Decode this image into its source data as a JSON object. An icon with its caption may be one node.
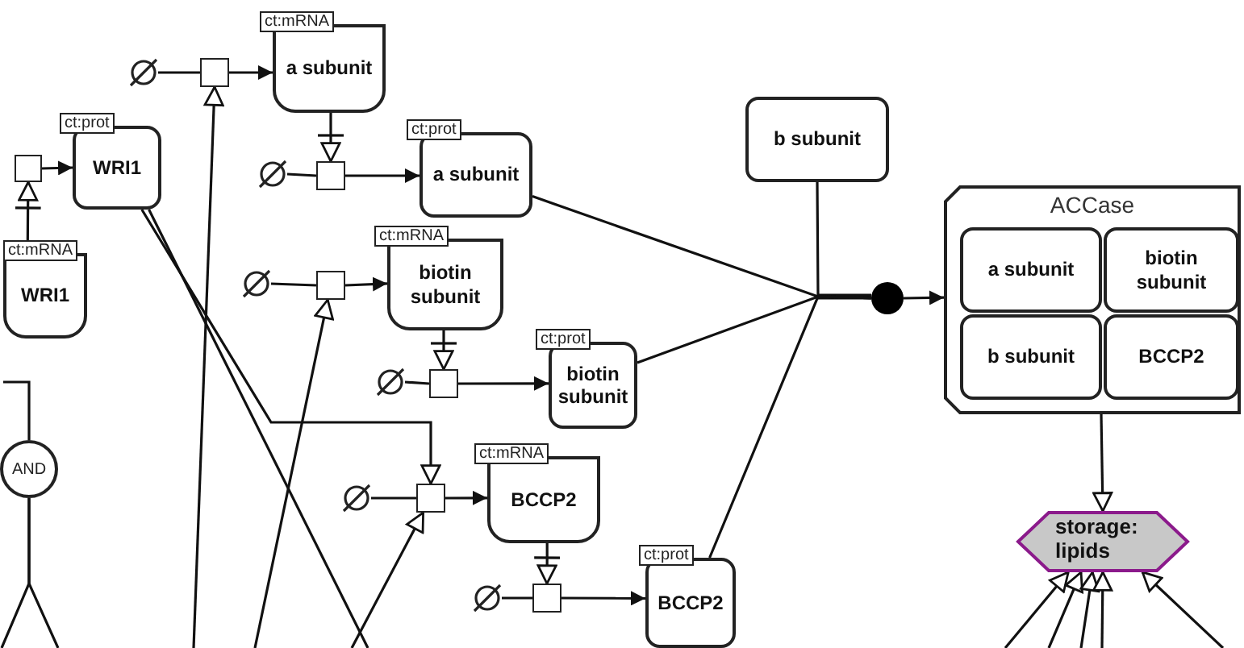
{
  "diagram": {
    "nodes": [
      {
        "text": [
          "ct:mRNA",
          "WRI1"
        ]
      },
      {
        "text": [],
        "shape": "box"
      },
      {
        "text": [
          "ct:prot",
          "WRI1"
        ]
      },
      {
        "text": [],
        "shape": "circle"
      },
      {
        "text": [],
        "shape": "box"
      },
      {
        "text": [
          "ct:mRNA",
          "a subunit"
        ]
      },
      {
        "text": [],
        "shape": "circle"
      },
      {
        "text": [],
        "shape": "box"
      },
      {
        "text": [
          "ct:prot",
          "a subunit"
        ]
      },
      {
        "text": [],
        "shape": "circle"
      },
      {
        "text": [],
        "shape": "box"
      },
      {
        "text": [
          "ct:mRNA",
          "biotin subunit"
        ]
      },
      {
        "text": [],
        "shape": "circle"
      },
      {
        "text": [],
        "shape": "box"
      },
      {
        "text": [
          "ct:prot",
          "biotin subunit"
        ]
      },
      {
        "text": [],
        "shape": "circle"
      },
      {
        "text": [],
        "shape": "box"
      },
      {
        "text": [
          "ct:mRNA",
          "BCCP2"
        ]
      },
      {
        "text": [],
        "shape": "circle"
      },
      {
        "text": [],
        "shape": "box"
      },
      {
        "text": [
          "ct:prot",
          "BCCP2"
        ]
      },
      {
        "text": [
          "b subunit"
        ]
      },
      {
        "text": [],
        "shape": "circle"
      },
      {
        "text": [
          "ACCase"
        ]
      },
      {
        "text": [
          "a subunit"
        ],
        "in": 23
      },
      {
        "text": [
          "biotin subunit"
        ],
        "in": 23
      },
      {
        "text": [
          "b subunit"
        ],
        "in": 23
      },
      {
        "text": [
          "BCCP2"
        ],
        "in": 23
      },
      {
        "text": [
          "storage: lipids"
        ]
      },
      {
        "text": [
          "AND"
        ]
      }
    ],
    "edges": [
      {
        "from": 0,
        "to": 1,
        "arrow": "to"
      },
      {
        "from": 1,
        "to": 2,
        "arrow": "to"
      },
      {
        "from": 3,
        "to": 4,
        "arrow": "none"
      },
      {
        "from": 4,
        "to": 5,
        "arrow": "to"
      },
      {
        "from": 5,
        "to": 7,
        "arrow": "to"
      },
      {
        "from": 6,
        "to": 7,
        "arrow": "none"
      },
      {
        "from": 7,
        "to": 8,
        "arrow": "to"
      },
      {
        "from": 9,
        "to": 10,
        "arrow": "none"
      },
      {
        "from": 10,
        "to": 11,
        "arrow": "to"
      },
      {
        "from": 11,
        "to": 13,
        "arrow": "to"
      },
      {
        "from": 12,
        "to": 13,
        "arrow": "none"
      },
      {
        "from": 13,
        "to": 14,
        "arrow": "to"
      },
      {
        "from": 15,
        "to": 16,
        "arrow": "none"
      },
      {
        "from": 16,
        "to": 17,
        "arrow": "to"
      },
      {
        "from": 17,
        "to": 19,
        "arrow": "to"
      },
      {
        "from": 18,
        "to": 19,
        "arrow": "none"
      },
      {
        "from": 19,
        "to": 20,
        "arrow": "to"
      },
      {
        "from": 8,
        "to": 22,
        "arrow": "none"
      },
      {
        "from": 14,
        "to": 22,
        "arrow": "none"
      },
      {
        "from": 20,
        "to": 22,
        "arrow": "none"
      },
      {
        "from": 21,
        "to": 22,
        "arrow": "none"
      },
      {
        "from": 22,
        "to": 23,
        "arrow": "to"
      },
      {
        "from": 23,
        "to": 28,
        "arrow": "to"
      },
      {
        "from": 2,
        "to": 16,
        "arrow": "to"
      },
      {
        "from": 2,
        "to": null,
        "arrow": "none"
      },
      {
        "from": null,
        "to": 4,
        "arrow": "to"
      },
      {
        "from": null,
        "to": 10,
        "arrow": "to"
      },
      {
        "from": null,
        "to": 16,
        "arrow": "to"
      },
      {
        "from": null,
        "to": 28,
        "arrow": "to"
      },
      {
        "from": null,
        "to": 28,
        "arrow": "to"
      },
      {
        "from": null,
        "to": 28,
        "arrow": "to"
      },
      {
        "from": null,
        "to": 28,
        "arrow": "to"
      },
      {
        "from": null,
        "to": 28,
        "arrow": "to"
      },
      {
        "from": null,
        "to": 29,
        "arrow": "none"
      },
      {
        "from": 29,
        "to": null,
        "arrow": "none"
      },
      {
        "from": 29,
        "to": null,
        "arrow": "none"
      }
    ]
  }
}
